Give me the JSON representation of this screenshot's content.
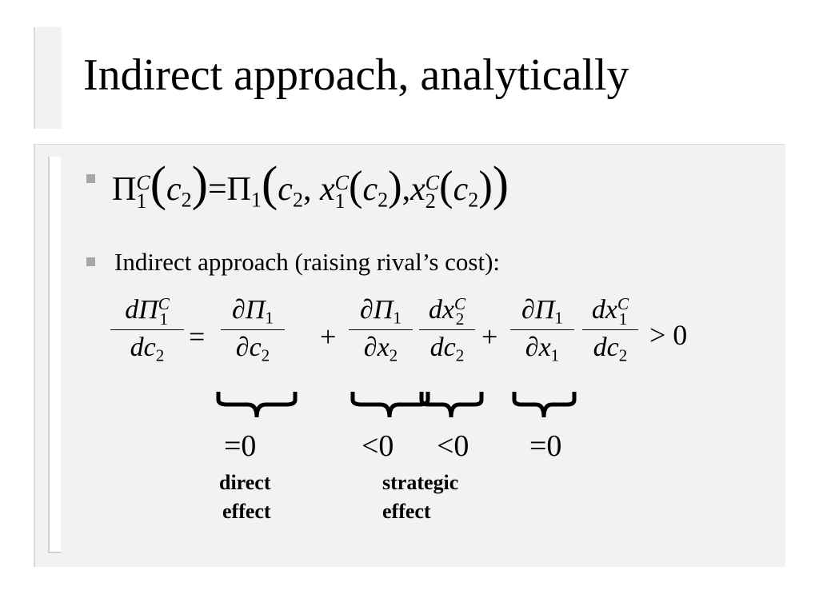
{
  "title": "Indirect approach, analytically",
  "bullet2_text": "Indirect approach (raising rival’s cost):",
  "equation1": {
    "pi": "Π",
    "sub1": "1",
    "supC": "C",
    "c": "c",
    "sub2": "2",
    "equals": "=",
    "comma": ",",
    "x": "x"
  },
  "equation2": {
    "lhs_num": "dΠ",
    "lhs_den": "dc",
    "partial_pi": "∂Π",
    "partial_c": "∂c",
    "partial_x": "∂x",
    "dx": "dx",
    "dc": "dc",
    "plus": "+",
    "equals": "=",
    "gt_zero": "> 0"
  },
  "effects": {
    "val_direct": "=0",
    "val_strategic_1": "<0",
    "val_strategic_2": "<0",
    "val_last": "=0",
    "label_direct_1": "direct",
    "label_direct_2": "effect",
    "label_strategic_1": "strategic",
    "label_strategic_2": "effect"
  }
}
